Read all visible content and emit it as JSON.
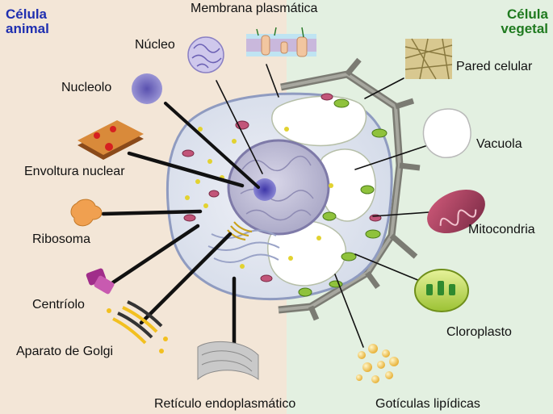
{
  "titles": {
    "animal_line1": "Célula",
    "animal_line2": "animal",
    "plant_line1": "Célula",
    "plant_line2": "vegetal"
  },
  "labels": {
    "membrana": "Membrana plasmática",
    "nucleo": "Núcleo",
    "nucleolo": "Nucleolo",
    "envoltura": "Envoltura nuclear",
    "ribosoma": "Ribosoma",
    "centriolo": "Centríolo",
    "golgi": "Aparato de Golgi",
    "reticulo": "Retículo endoplasmático",
    "goticulas": "Gotículas lipídicas",
    "cloroplasto": "Cloroplasto",
    "mitocondria": "Mitocondria",
    "vacuola": "Vacuola",
    "pared": "Pared celular"
  },
  "colors": {
    "animal_bg": "#f3e6d7",
    "plant_bg": "#e3f0e1",
    "animal_title": "#1f2fb0",
    "plant_title": "#1f7a1f",
    "cell_wall": "#7b7b73",
    "cytoplasm": "#dfe4ef",
    "nucleus": "#b9b7d2",
    "nucleolus": "#5a52b8"
  }
}
